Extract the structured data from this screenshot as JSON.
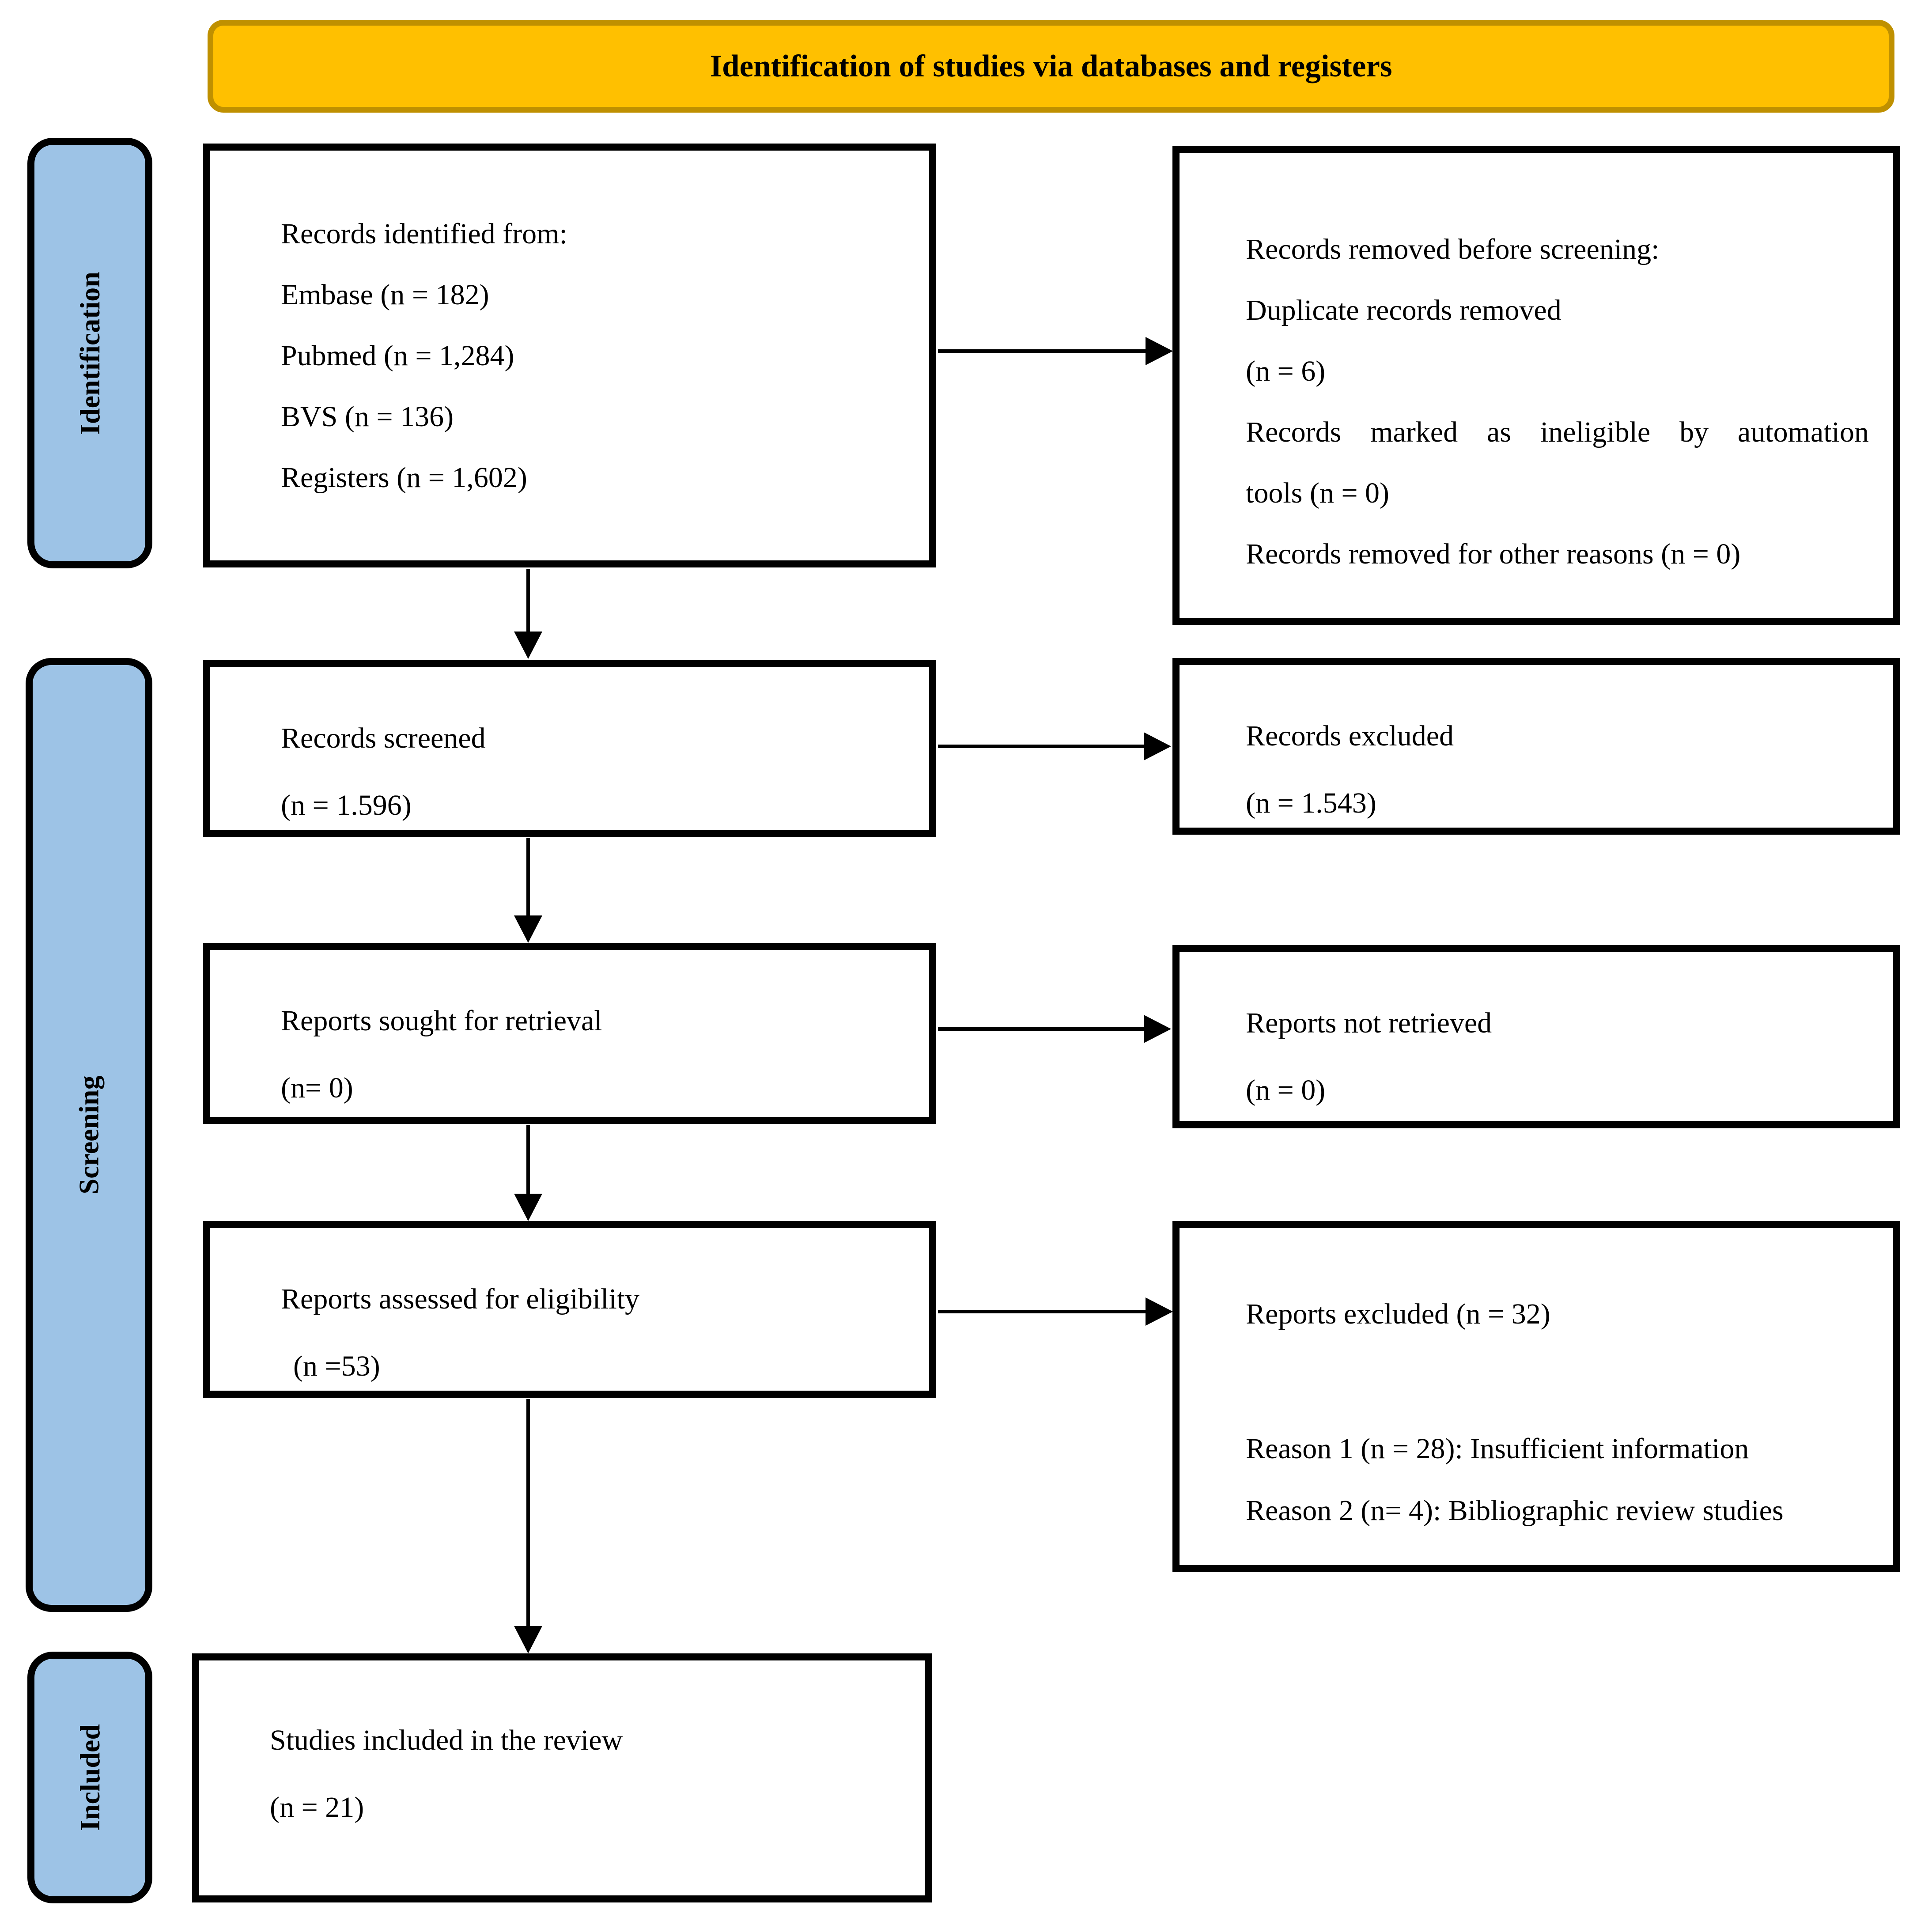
{
  "banner": {
    "title": "Identification of studies via databases and registers"
  },
  "sidebar": [
    {
      "label": "Identification"
    },
    {
      "label": "Screening"
    },
    {
      "label": "Included"
    }
  ],
  "left_boxes": [
    {
      "title": "records-identified",
      "lines": [
        "Records identified from:",
        "Embase (n = 182)",
        "Pubmed (n = 1,284)",
        "BVS (n = 136)",
        "Registers (n = 1,602)"
      ]
    },
    {
      "title": "records-screened",
      "lines": [
        "Records screened",
        "(n = 1.596)"
      ]
    },
    {
      "title": "reports-sought-for-retrieval",
      "lines": [
        "Reports sought for retrieval",
        "(n= 0)"
      ]
    },
    {
      "title": "reports-assessed-for-eligibility",
      "lines": [
        "Reports assessed for eligibility",
        "(n =53)"
      ]
    },
    {
      "title": "studies-included-in-review",
      "lines": [
        "Studies included in the review",
        "(n = 21)"
      ]
    }
  ],
  "right_boxes": [
    {
      "title": "records-removed-before-screening",
      "lines": [
        "Records removed before screening:",
        "Duplicate records removed",
        "(n = 6)",
        "Records marked as ineligible by automation",
        "tools (n = 0)",
        "Records removed for other reasons (n = 0)"
      ]
    },
    {
      "title": "records-excluded",
      "lines": [
        "Records excluded",
        "(n = 1.543)"
      ]
    },
    {
      "title": "reports-not-retrieved",
      "lines": [
        "Reports not retrieved",
        "(n = 0)"
      ]
    },
    {
      "title": "reports-excluded",
      "lines": [
        "Reports excluded (n = 32)",
        "Reason 1 (n = 28): Insufficient information",
        "Reason 2 (n= 4): Bibliographic review studies"
      ]
    }
  ],
  "colors": {
    "banner_fill": "#FFC000",
    "banner_border": "#BF9000",
    "sidebar_fill": "#9DC3E6",
    "box_border": "#000000",
    "background": "#FFFFFF"
  }
}
